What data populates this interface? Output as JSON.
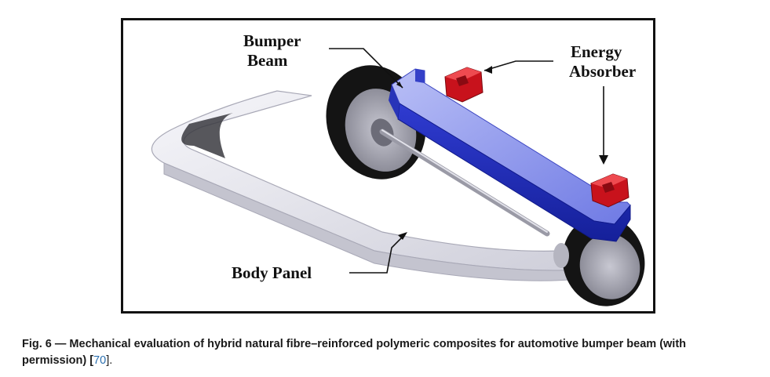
{
  "figure": {
    "labels": {
      "bumper_beam_line1": "Bumper",
      "bumper_beam_line2": "Beam",
      "energy_absorber_line1": "Energy",
      "energy_absorber_line2": "Absorber",
      "body_panel": "Body Panel"
    }
  },
  "caption": {
    "figure_number": "Fig. 6",
    "text": " — Mechanical evaluation of hybrid natural fibre–reinforced polymeric composites for automotive bumper beam (with permission) [",
    "ref": "70",
    "suffix": "]."
  },
  "colors": {
    "beam": "#2a36c8",
    "absorber": "#c8121c",
    "panel": "#e9e9ef",
    "wheel": "#141414"
  }
}
